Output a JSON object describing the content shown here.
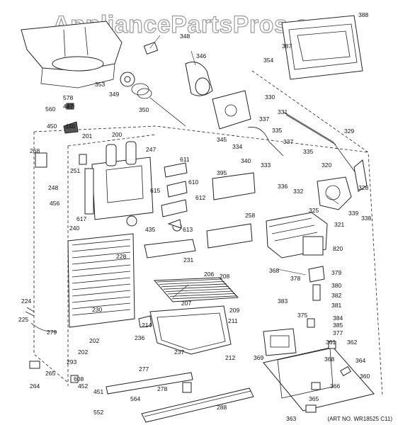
{
  "watermark": "AppliancePartsPros.com",
  "art_number": "(ART NO. WR18525 C11)",
  "part_labels": {
    "p200": "200",
    "p201": "201",
    "p202": "202",
    "p206": "206",
    "p207": "207",
    "p208": "208",
    "p209": "209",
    "p211": "211",
    "p212": "212",
    "p214": "214",
    "p224": "224",
    "p225": "225",
    "p228": "228",
    "p230": "230",
    "p231": "231",
    "p236": "236",
    "p237": "237",
    "p240": "240",
    "p247": "247",
    "p248": "248",
    "p251": "251",
    "p258": "258",
    "p264": "264",
    "p265": "265",
    "p268": "268",
    "p277": "277",
    "p278": "278",
    "p279": "279",
    "p288": "288",
    "p293": "293",
    "p320": "320",
    "p321": "321",
    "p325": "325",
    "p328": "328",
    "p329": "329",
    "p330": "330",
    "p331": "331",
    "p332": "332",
    "p333": "333",
    "p334": "334",
    "p335a": "335",
    "p335b": "335",
    "p336": "336",
    "p337a": "337",
    "p337b": "337",
    "p338": "338",
    "p339": "339",
    "p340": "340",
    "p345": "345",
    "p346": "346",
    "p348": "348",
    "p349": "349",
    "p350": "350",
    "p353": "353",
    "p354": "354",
    "p360": "360",
    "p361": "361",
    "p362": "362",
    "p363": "363",
    "p364": "364",
    "p365": "365",
    "p366": "366",
    "p368a": "368",
    "p368b": "368",
    "p369": "369",
    "p375": "375",
    "p377": "377",
    "p378": "378",
    "p379": "379",
    "p380": "380",
    "p381": "381",
    "p382": "382",
    "p383": "383",
    "p384": "384",
    "p385": "385",
    "p387": "387",
    "p388": "388",
    "p395": "395",
    "p435": "435",
    "p446": "446",
    "p447": "447",
    "p450": "450",
    "p451": "451",
    "p452": "452",
    "p456": "456",
    "p552": "552",
    "p560": "560",
    "p564": "564",
    "p578": "578",
    "p608": "608",
    "p610": "610",
    "p611": "611",
    "p612": "612",
    "p613": "613",
    "p615": "615",
    "p617": "617",
    "p820": "820"
  }
}
